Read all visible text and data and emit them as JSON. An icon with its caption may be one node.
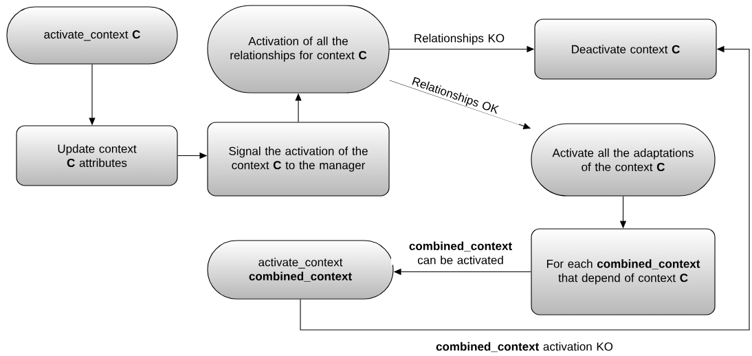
{
  "diagram": {
    "nodes": [
      {
        "text": [
          "activate_context **C**"
        ]
      },
      {
        "text": [
          "Update context **C** attributes"
        ]
      },
      {
        "text": [
          "Signal the activation of the context **C** to the manager"
        ]
      },
      {
        "text": [
          "Activation of all the relationships for context **C**"
        ]
      },
      {
        "text": [
          "Deactivate context **C**"
        ]
      },
      {
        "text": [
          "Activate all the adaptations of the context **C**"
        ]
      },
      {
        "text": [
          "For each **combined_context** that depend of context **C**"
        ]
      },
      {
        "text": [
          "activate_context **combined_context**"
        ]
      }
    ],
    "edges": [
      {
        "from": 0,
        "to": 1,
        "arrow": "to"
      },
      {
        "from": 1,
        "to": 2,
        "arrow": "to"
      },
      {
        "from": 2,
        "to": 3,
        "arrow": "to"
      },
      {
        "from": 3,
        "to": 4,
        "arrow": "to",
        "label": "Relationships KO"
      },
      {
        "from": 3,
        "to": 5,
        "arrow": "to",
        "label": "Relationships OK"
      },
      {
        "from": 5,
        "to": 6,
        "arrow": "to"
      },
      {
        "from": 6,
        "to": 7,
        "arrow": "to",
        "label": "**combined_context** can be activated"
      },
      {
        "from": 7,
        "to": 4,
        "arrow": "to",
        "label": "**combined_context** activation KO"
      }
    ]
  }
}
